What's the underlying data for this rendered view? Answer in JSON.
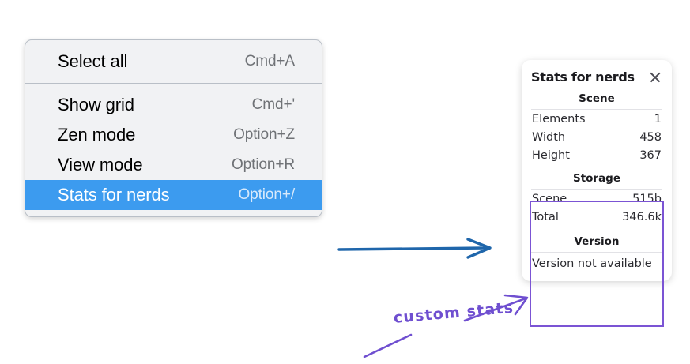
{
  "colors": {
    "menu_background": "#f1f2f4",
    "menu_border": "#b9bfc7",
    "menu_selected": "#3c9bef",
    "shortcut_text": "#6f7276",
    "annotation_purple": "#6f4fd0",
    "highlight_box": "#7b54d4",
    "arrow_blue": "#1f66ab"
  },
  "context_menu": {
    "groups": [
      {
        "items": [
          {
            "label": "Select all",
            "shortcut": "Cmd+A",
            "selected": false
          }
        ]
      },
      {
        "items": [
          {
            "label": "Show grid",
            "shortcut": "Cmd+'",
            "selected": false
          },
          {
            "label": "Zen mode",
            "shortcut": "Option+Z",
            "selected": false
          },
          {
            "label": "View mode",
            "shortcut": "Option+R",
            "selected": false
          },
          {
            "label": "Stats for nerds",
            "shortcut": "Option+/",
            "selected": true
          }
        ]
      }
    ]
  },
  "stats_panel": {
    "title": "Stats for nerds",
    "close_icon": "close-icon",
    "sections": [
      {
        "heading": "Scene",
        "rows": [
          {
            "label": "Elements",
            "value": "1"
          },
          {
            "label": "Width",
            "value": "458"
          },
          {
            "label": "Height",
            "value": "367"
          }
        ]
      },
      {
        "heading": "Storage",
        "rows": [
          {
            "label": "Scene",
            "value": "515b"
          },
          {
            "label": "Total",
            "value": "346.6k"
          }
        ]
      },
      {
        "heading": "Version",
        "note": "Version not available"
      }
    ]
  },
  "annotations": {
    "label": "custom stats",
    "blue_arrow": "arrow-right-icon",
    "purple_arrow_upper": "arrow-pointer-icon",
    "purple_arrow_lower": "arrow-pointer-icon"
  }
}
